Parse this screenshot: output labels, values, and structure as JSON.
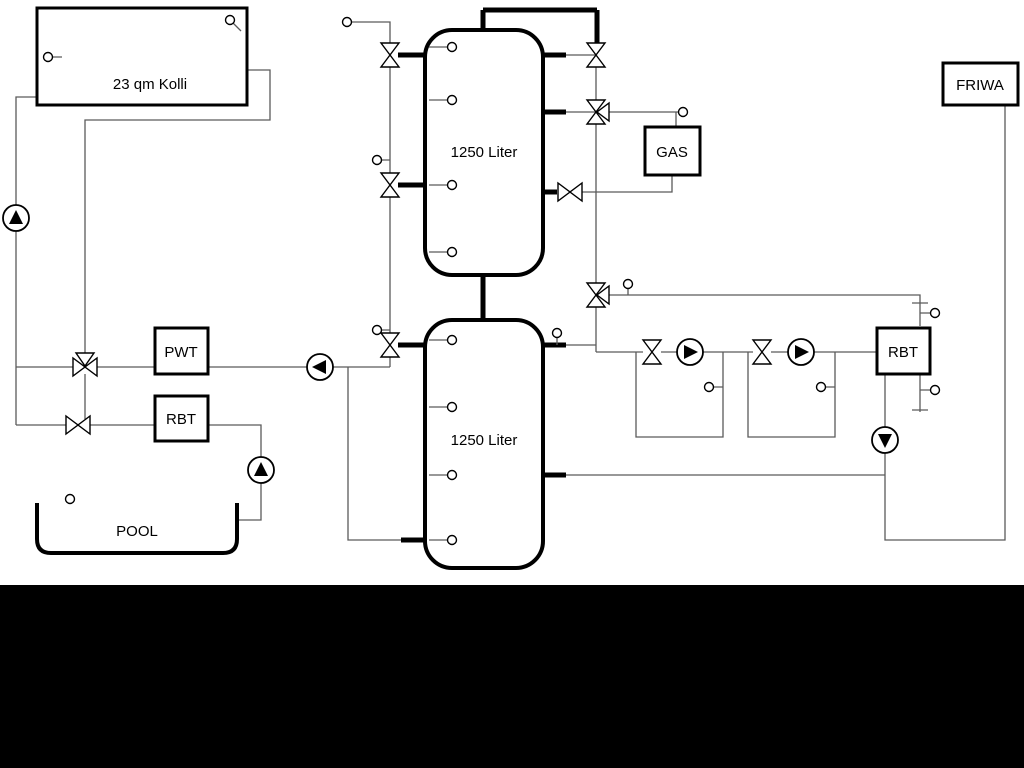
{
  "schematic": {
    "collector": {
      "label": "23 qm Kolli"
    },
    "upper_tank": {
      "label": "1250 Liter"
    },
    "lower_tank": {
      "label": "1250 Liter"
    },
    "gas_boiler": {
      "label": "GAS"
    },
    "friwa": {
      "label": "FRIWA"
    },
    "pwt": {
      "label": "PWT"
    },
    "rbt_left": {
      "label": "RBT"
    },
    "rbt_right": {
      "label": "RBT"
    },
    "pool": {
      "label": "POOL"
    }
  },
  "colors": {
    "pipe": "#5a5a5a",
    "outline": "#000000",
    "background": "#ffffff",
    "bottom_band": "#000000"
  }
}
